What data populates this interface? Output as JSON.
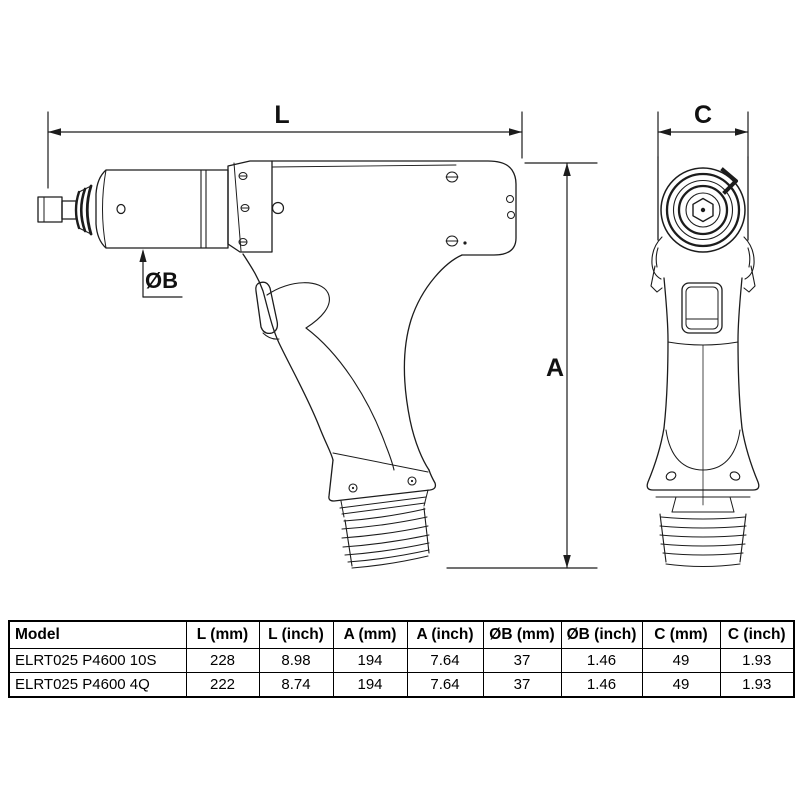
{
  "drawing": {
    "labels": {
      "length": "L",
      "height": "A",
      "width": "C",
      "diameter": "ØB"
    },
    "stroke_color": "#1c1c1c"
  },
  "table": {
    "headers": [
      "Model",
      "L (mm)",
      "L (inch)",
      "A (mm)",
      "A (inch)",
      "ØB (mm)",
      "ØB (inch)",
      "C (mm)",
      "C (inch)"
    ],
    "rows": [
      [
        "ELRT025 P4600 10S",
        "228",
        "8.98",
        "194",
        "7.64",
        "37",
        "1.46",
        "49",
        "1.93"
      ],
      [
        "ELRT025 P4600 4Q",
        "222",
        "8.74",
        "194",
        "7.64",
        "37",
        "1.46",
        "49",
        "1.93"
      ]
    ]
  }
}
